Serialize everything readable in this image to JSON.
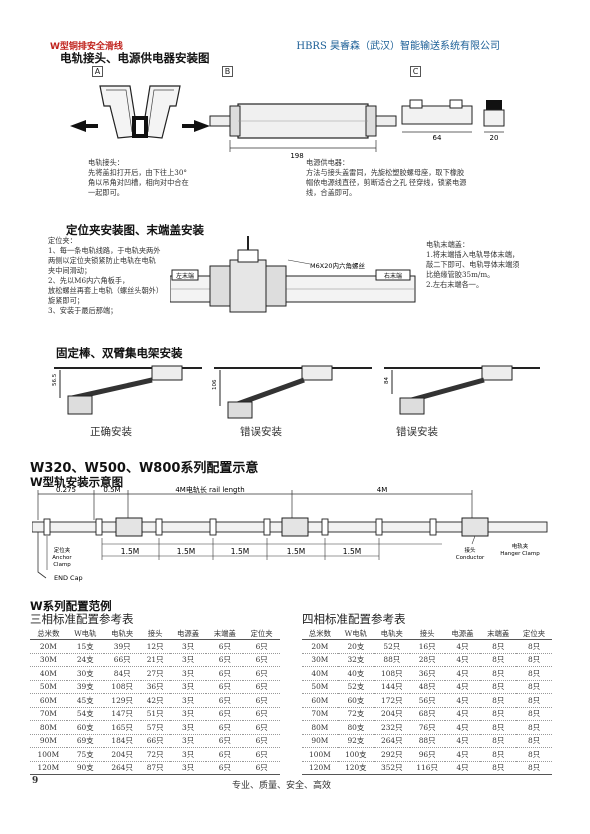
{
  "header": {
    "series_tag": "W型铜排安全滑线",
    "brand": "HBRS",
    "company": "昊睿森（武汉）智能输送系统有限公司"
  },
  "sec1": {
    "title": "电轨接头、电源供电器安装图",
    "label_a": "A",
    "label_b": "B",
    "label_c": "C",
    "dim_198": "198",
    "dim_64": "64",
    "dim_20": "20",
    "note_a": [
      "电轨接头：",
      "先将盖扣打开后，由下往上30°",
      "角以吊角对凹槽，相向对中合在",
      "一起即可。"
    ],
    "note_b": [
      "电源供电器：",
      "方法与接头盖雷同，先旋松塑胶螺母座，取下橡胶",
      "帽依电源线直径，剪断适合之孔 径穿线，锁紧电源",
      "线，合盖即可。"
    ]
  },
  "sec2": {
    "title": "定位夹安装图、末端盖安装",
    "note_left": [
      "定位夹：",
      "1、每一条电轨线路，于电轨夹两外",
      "两侧以定位夹锁紧防止电轨在电轨",
      "夹中间滑动；",
      "2、先以M6内六角板手，",
      "放松螺丝再套上电轨（螺丝头朝外）",
      "旋紧即可；",
      "3、安装于最后那端；"
    ],
    "note_right": [
      "电轨末端盖：",
      "1.将末端插入电轨导体末端，",
      "敲二下即可、电轨导体末端须",
      "比绝缘管胶35m/m。",
      "2.左右末端各一。"
    ],
    "bolt_label": "M6X20内六角螺丝",
    "left_end": "左末端",
    "right_end": "右末端"
  },
  "sec3": {
    "title": "固定棒、双臂集电架安装",
    "captions": [
      "正确安装",
      "错误安装",
      "错误安装"
    ],
    "dims": [
      "56.5",
      "106",
      "84"
    ]
  },
  "sec4": {
    "title": "W320、W500、W800系列配置示意",
    "subtitle": "W型轨安装示意图",
    "top_dims": [
      "0.275",
      "0.5M",
      "4M电轨长 rail length",
      "4M"
    ],
    "bottom_dims": [
      "1.5M",
      "1.5M",
      "1.5M",
      "1.5M",
      "1.5M"
    ],
    "labels": {
      "anchor": [
        "定位夹",
        "Anchor",
        "Clamp"
      ],
      "conductor": [
        "接头",
        "Conductor"
      ],
      "hanger": [
        "电轨夹",
        "Hanger Clamp"
      ],
      "end_cap": "END Cap"
    }
  },
  "sec5": {
    "title": "W系列配置范例",
    "three_phase": {
      "title": "三相标准配置参考表",
      "headers": [
        "总米数",
        "W电轨",
        "电轨夹",
        "接头",
        "电源盖",
        "末端盖",
        "定位夹"
      ],
      "rows": [
        [
          "20M",
          "15支",
          "39只",
          "12只",
          "3只",
          "6只",
          "6只"
        ],
        [
          "30M",
          "24支",
          "66只",
          "21只",
          "3只",
          "6只",
          "6只"
        ],
        [
          "40M",
          "30支",
          "84只",
          "27只",
          "3只",
          "6只",
          "6只"
        ],
        [
          "50M",
          "39支",
          "108只",
          "36只",
          "3只",
          "6只",
          "6只"
        ],
        [
          "60M",
          "45支",
          "129只",
          "42只",
          "3只",
          "6只",
          "6只"
        ],
        [
          "70M",
          "54支",
          "147只",
          "51只",
          "3只",
          "6只",
          "6只"
        ],
        [
          "80M",
          "60支",
          "165只",
          "57只",
          "3只",
          "6只",
          "6只"
        ],
        [
          "90M",
          "69支",
          "184只",
          "66只",
          "3只",
          "6只",
          "6只"
        ],
        [
          "100M",
          "75支",
          "204只",
          "72只",
          "3只",
          "6只",
          "6只"
        ],
        [
          "120M",
          "90支",
          "264只",
          "87只",
          "3只",
          "6只",
          "6只"
        ]
      ]
    },
    "four_phase": {
      "title": "四相标准配置参考表",
      "headers": [
        "总米数",
        "W电轨",
        "电轨夹",
        "接头",
        "电源盖",
        "末端盖",
        "定位夹"
      ],
      "rows": [
        [
          "20M",
          "20支",
          "52只",
          "16只",
          "4只",
          "8只",
          "8只"
        ],
        [
          "30M",
          "32支",
          "88只",
          "28只",
          "4只",
          "8只",
          "8只"
        ],
        [
          "40M",
          "40支",
          "108只",
          "36只",
          "4只",
          "8只",
          "8只"
        ],
        [
          "50M",
          "52支",
          "144只",
          "48只",
          "4只",
          "8只",
          "8只"
        ],
        [
          "60M",
          "60支",
          "172只",
          "56只",
          "4只",
          "8只",
          "8只"
        ],
        [
          "70M",
          "72支",
          "204只",
          "68只",
          "4只",
          "8只",
          "8只"
        ],
        [
          "80M",
          "80支",
          "232只",
          "76只",
          "4只",
          "8只",
          "8只"
        ],
        [
          "90M",
          "92支",
          "264只",
          "88只",
          "4只",
          "8只",
          "8只"
        ],
        [
          "100M",
          "100支",
          "292只",
          "96只",
          "4只",
          "8只",
          "8只"
        ],
        [
          "120M",
          "120支",
          "352只",
          "116只",
          "4只",
          "8只",
          "8只"
        ]
      ]
    }
  },
  "footer": {
    "page_number": "9",
    "slogan": "专业、质量、安全、高效"
  }
}
